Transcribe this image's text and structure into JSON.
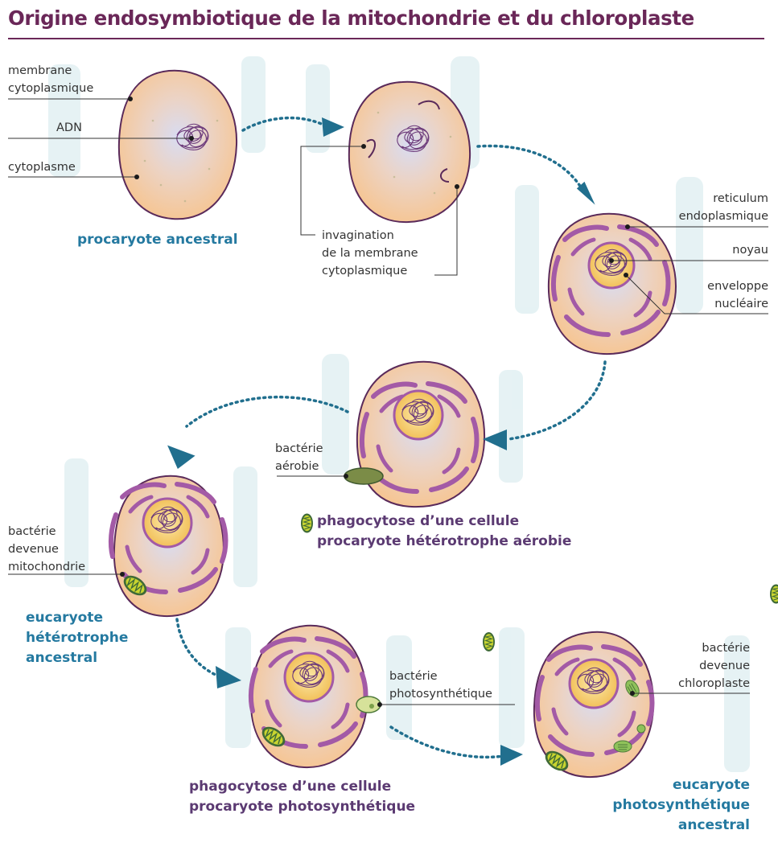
{
  "title": "Origine endosymbiotique de la mitochondrie et du chloroplaste",
  "colors": {
    "title": "#6a2758",
    "teal_label": "#2479a0",
    "purple_label": "#5b3a72",
    "cell_fill": "#f6c592",
    "cell_outline": "#5a2a5a",
    "nucleus": "#f2c15a",
    "reticulum": "#a35aa6",
    "mitochondrion": "#c8d42f",
    "chloroplast": "#9ac75c",
    "arrow": "#216f8e",
    "background_shape": "#e3f1f3"
  },
  "labels": {
    "membrane": [
      "membrane",
      "cytoplasmique"
    ],
    "adn": "ADN",
    "cytoplasme": "cytoplasme",
    "invagination": [
      "invagination",
      "de la membrane",
      "cytoplasmique"
    ],
    "reticulum": [
      "reticulum",
      "endoplasmique"
    ],
    "noyau": "noyau",
    "enveloppe": [
      "enveloppe",
      "nucléaire"
    ],
    "bacterie_aerobie": [
      "bactérie",
      "aérobie"
    ],
    "bacterie_mito": [
      "bactérie",
      "devenue",
      "mitochondrie"
    ],
    "bacterie_photo": [
      "bactérie",
      "photosynthétique"
    ],
    "bacterie_chloro": [
      "bactérie",
      "devenue",
      "chloroplaste"
    ]
  },
  "stage_titles": {
    "procaryote": "procaryote ancestral",
    "phago1": [
      "phagocytose d’une cellule",
      "procaryote hétérotrophe aérobie"
    ],
    "eucaryote_het": [
      "eucaryote",
      "hétérotrophe",
      "ancestral"
    ],
    "phago2": [
      "phagocytose d’une cellule",
      "procaryote photosynthétique"
    ],
    "eucaryote_photo": [
      "eucaryote",
      "photosynthétique",
      "ancestral"
    ]
  }
}
